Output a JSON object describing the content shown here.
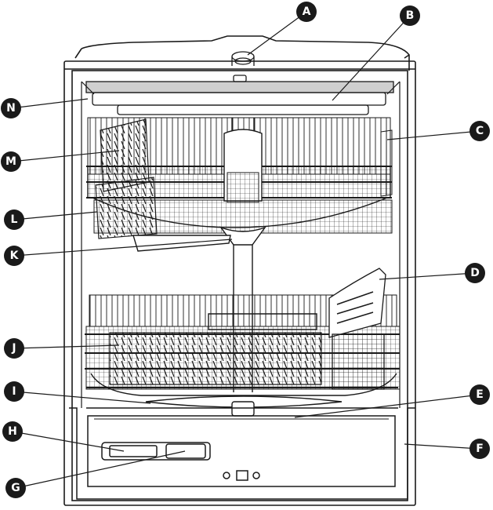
{
  "callouts": [
    {
      "id": "A",
      "letter": "A"
    },
    {
      "id": "B",
      "letter": "B"
    },
    {
      "id": "C",
      "letter": "C"
    },
    {
      "id": "D",
      "letter": "D"
    },
    {
      "id": "E",
      "letter": "E"
    },
    {
      "id": "F",
      "letter": "F"
    },
    {
      "id": "G",
      "letter": "G"
    },
    {
      "id": "H",
      "letter": "H"
    },
    {
      "id": "I",
      "letter": "I"
    },
    {
      "id": "J",
      "letter": "J"
    },
    {
      "id": "K",
      "letter": "K"
    },
    {
      "id": "L",
      "letter": "L"
    },
    {
      "id": "M",
      "letter": "M"
    },
    {
      "id": "N",
      "letter": "N"
    }
  ],
  "colors": {
    "line": "#1a1a1a",
    "callout_fill": "#1a1a1a",
    "background": "#ffffff"
  }
}
